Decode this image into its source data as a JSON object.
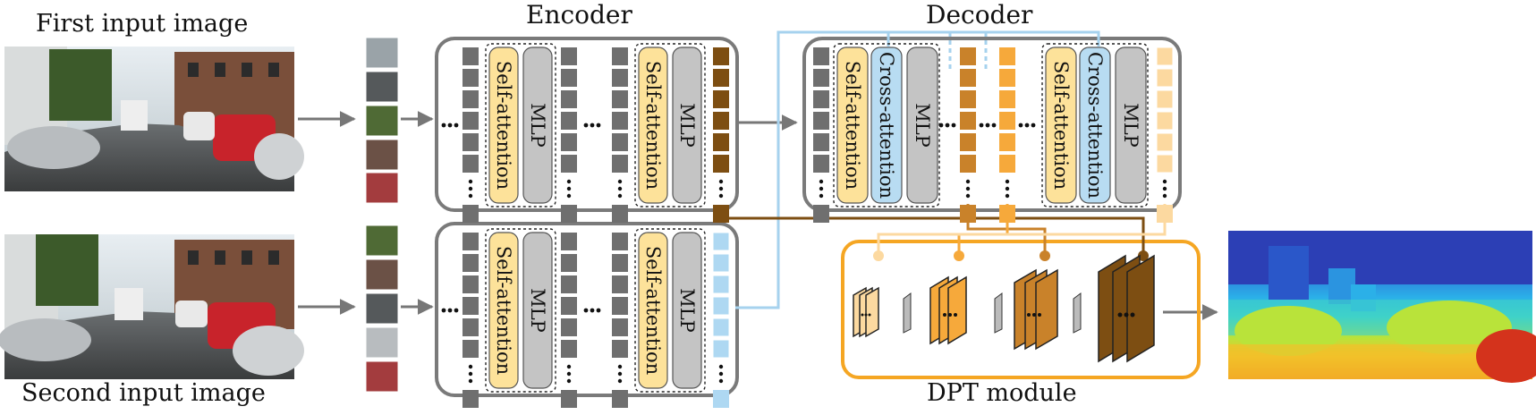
{
  "labels": {
    "first_input": "First input image",
    "second_input": "Second input image",
    "encoder": "Encoder",
    "decoder": "Decoder",
    "dpt": "DPT module"
  },
  "blocks": {
    "self_attention": "Self-attention",
    "mlp": "MLP",
    "cross_attention": "Cross-attention"
  },
  "colors": {
    "token_gray": "#6f6f6f",
    "self_attention": "#fde29a",
    "mlp": "#c4c4c4",
    "cross_attention": "#b8dcf2",
    "enc1_token": "#7d4e12",
    "enc2_token": "#aed8f2",
    "dec_mid1": "#c9822a",
    "dec_mid2": "#f6a93b",
    "dec_out": "#fcd9a0",
    "dpt_border": "#f5a623",
    "skip_line": "#a6d2ee",
    "arrow": "#777777"
  }
}
